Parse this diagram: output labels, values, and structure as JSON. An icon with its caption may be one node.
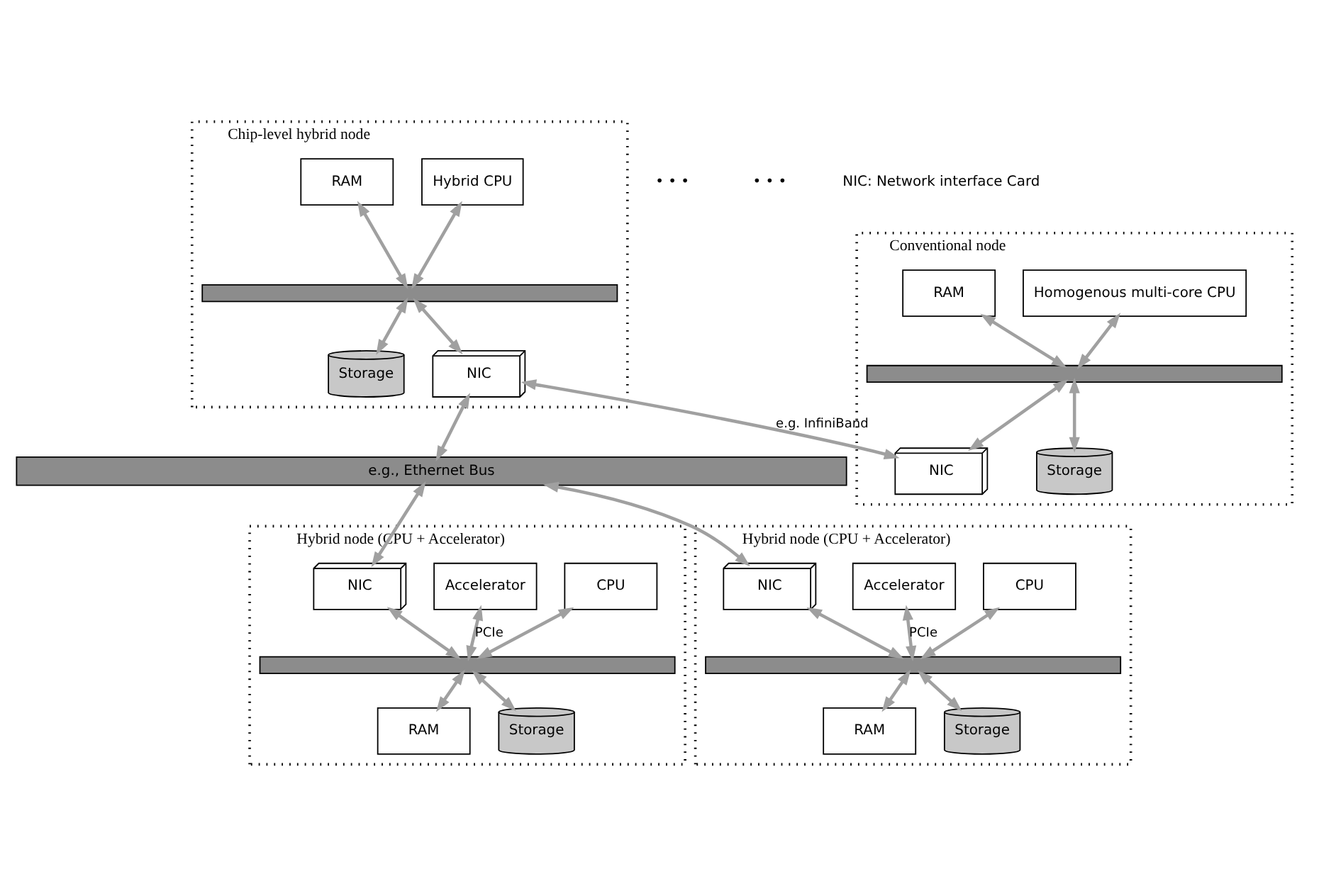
{
  "diagram": {
    "nodes": [
      {
        "text": [
          "Chip-level hybrid node"
        ]
      },
      {
        "text": [
          "Hybrid CPU"
        ],
        "in": 0
      },
      {
        "text": [
          "RAM"
        ],
        "in": 0
      },
      {
        "text": [],
        "shape": "bar",
        "in": 0
      },
      {
        "text": [
          "Storage"
        ],
        "in": 0
      },
      {
        "text": [
          "NIC"
        ],
        "in": 0
      },
      {
        "text": [
          "Conventional node"
        ]
      },
      {
        "text": [
          "Homogenous multi-core CPU"
        ],
        "in": 6
      },
      {
        "text": [
          "RAM"
        ],
        "in": 6
      },
      {
        "text": [],
        "shape": "bar",
        "in": 6
      },
      {
        "text": [
          "NIC"
        ],
        "in": 6
      },
      {
        "text": [
          "Storage"
        ],
        "in": 6
      },
      {
        "text": [
          "e.g., Ethernet Bus"
        ]
      },
      {
        "text": [
          "Hybrid node (CPU + Accelerator)"
        ]
      },
      {
        "text": [
          "CPU"
        ],
        "in": 13
      },
      {
        "text": [
          "Accelerator"
        ],
        "in": 13
      },
      {
        "text": [
          "NIC"
        ],
        "in": 13
      },
      {
        "text": [],
        "shape": "bar",
        "in": 13
      },
      {
        "text": [
          "RAM"
        ],
        "in": 13
      },
      {
        "text": [
          "Storage"
        ],
        "in": 13
      },
      {
        "text": [
          "Hybrid node (CPU + Accelerator)"
        ]
      },
      {
        "text": [
          "CPU"
        ],
        "in": 20
      },
      {
        "text": [
          "Accelerator"
        ],
        "in": 20
      },
      {
        "text": [
          "NIC"
        ],
        "in": 20
      },
      {
        "text": [],
        "shape": "bar",
        "in": 20
      },
      {
        "text": [
          "RAM"
        ],
        "in": 20
      },
      {
        "text": [
          "Storage"
        ],
        "in": 20
      }
    ],
    "edges": [
      {
        "from": 1,
        "to": 3,
        "arrow": "both"
      },
      {
        "from": 2,
        "to": 3,
        "arrow": "both"
      },
      {
        "from": 3,
        "to": 4,
        "arrow": "both"
      },
      {
        "from": 3,
        "to": 5,
        "arrow": "both"
      },
      {
        "from": 5,
        "to": 10,
        "arrow": "both",
        "label": "e.g. InfiniBand"
      },
      {
        "from": 5,
        "to": 12,
        "arrow": "both"
      },
      {
        "from": 7,
        "to": 9,
        "arrow": "both"
      },
      {
        "from": 8,
        "to": 9,
        "arrow": "both"
      },
      {
        "from": 9,
        "to": 10,
        "arrow": "both"
      },
      {
        "from": 9,
        "to": 11,
        "arrow": "both"
      },
      {
        "from": 12,
        "to": 16,
        "arrow": "both"
      },
      {
        "from": 14,
        "to": 17,
        "arrow": "both"
      },
      {
        "from": 15,
        "to": 17,
        "arrow": "both",
        "label": "PCIe"
      },
      {
        "from": 16,
        "to": 17,
        "arrow": "both"
      },
      {
        "from": 17,
        "to": 18,
        "arrow": "both"
      },
      {
        "from": 17,
        "to": 19,
        "arrow": "both"
      },
      {
        "from": 12,
        "to": 23,
        "arrow": "both"
      },
      {
        "from": 21,
        "to": 24,
        "arrow": "both"
      },
      {
        "from": 22,
        "to": 24,
        "arrow": "both",
        "label": "PCIe"
      },
      {
        "from": 23,
        "to": 24,
        "arrow": "both"
      },
      {
        "from": 24,
        "to": 25,
        "arrow": "both"
      },
      {
        "from": 24,
        "to": 26,
        "arrow": "both"
      }
    ],
    "labels": [
      "• • •",
      "• • •",
      "NIC: Network interface Card"
    ]
  }
}
